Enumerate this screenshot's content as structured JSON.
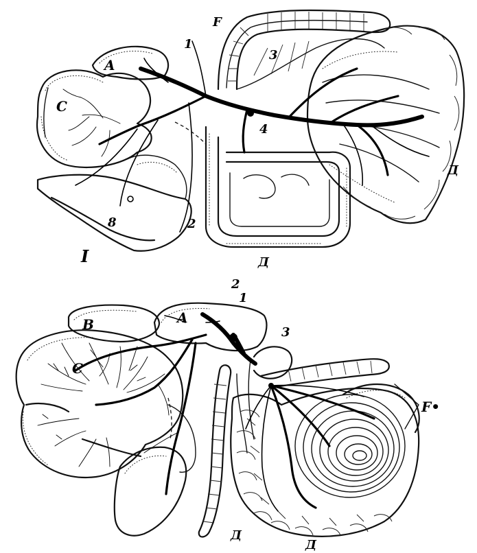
{
  "figure_top": {
    "numeral": "I",
    "labels": {
      "A": "A",
      "C": "C",
      "F": "F",
      "B": "8",
      "D_right": "Д",
      "D_bottom": "Д",
      "n1": "1",
      "n2": "2",
      "n3": "3",
      "n4": "4"
    }
  },
  "figure_bottom": {
    "labels": {
      "A": "A",
      "B": "B",
      "C": "C",
      "F": "F•",
      "D_left": "Д",
      "D_bottom": "Д",
      "n1": "1",
      "n2": "2",
      "n3": "3"
    }
  },
  "colors": {
    "ink": "#000000",
    "paper": "#ffffff"
  }
}
